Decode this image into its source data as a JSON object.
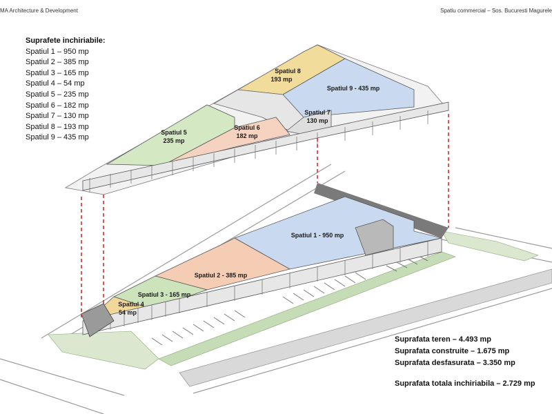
{
  "header": {
    "left": "MA Architecture & Development",
    "right": "Spatiu commercial – Sos. Bucuresti Magurele"
  },
  "legend": {
    "title": "Suprafete inchiriabile:",
    "items": [
      "Spatiul 1 – 950 mp",
      "Spatiul 2 – 385 mp",
      "Spatiul 3 – 165 mp",
      "Spatiul 4 – 54 mp",
      "Spatiul 5 – 235 mp",
      "Spatiul 6 – 182 mp",
      "Spatiul 7 – 130 mp",
      "Spatiul 8 – 193 mp",
      "Spatiul 9 – 435 mp"
    ]
  },
  "zones": {
    "s1": {
      "name": "Spatiul 1 -",
      "area": "950 mp",
      "color": "#c9daf0"
    },
    "s2": {
      "name": "Spatiul 2 -",
      "area": "385 mp",
      "color": "#f4cdb4"
    },
    "s3": {
      "name": "Spatiul 3 -",
      "area": "165 mp",
      "color": "#cde3bb"
    },
    "s4": {
      "name": "Spatiul 4",
      "area": "54 mp",
      "color": "#f2d79a"
    },
    "s5": {
      "name": "Spatiul 5",
      "area": "235 mp",
      "color": "#d5e8c4"
    },
    "s6": {
      "name": "Spatiul 6",
      "area": "182 mp",
      "color": "#f6d3c1"
    },
    "s7": {
      "name": "Spatiul 7",
      "area": "130 mp",
      "color": "#dedede"
    },
    "s8": {
      "name": "Spatiul 8",
      "area": "193 mp",
      "color": "#f1dc9c"
    },
    "s9": {
      "name": "Spatiul 9 -",
      "area": "435 mp",
      "color": "#c9daf0"
    }
  },
  "stats": {
    "teren": "Suprafata teren – 4.493 mp",
    "construite": "Suprafata construite – 1.675 mp",
    "desfasurata": "Suprafata desfasurata – 3.350 mp",
    "totala": "Suprafata totala inchiriabila – 2.729 mp"
  },
  "colors": {
    "facade": "#e7e7e7",
    "glass": "#6b6b6b",
    "leader": "#d21f1f",
    "road": "#bdbdbd",
    "green": "#c6dcb6"
  }
}
